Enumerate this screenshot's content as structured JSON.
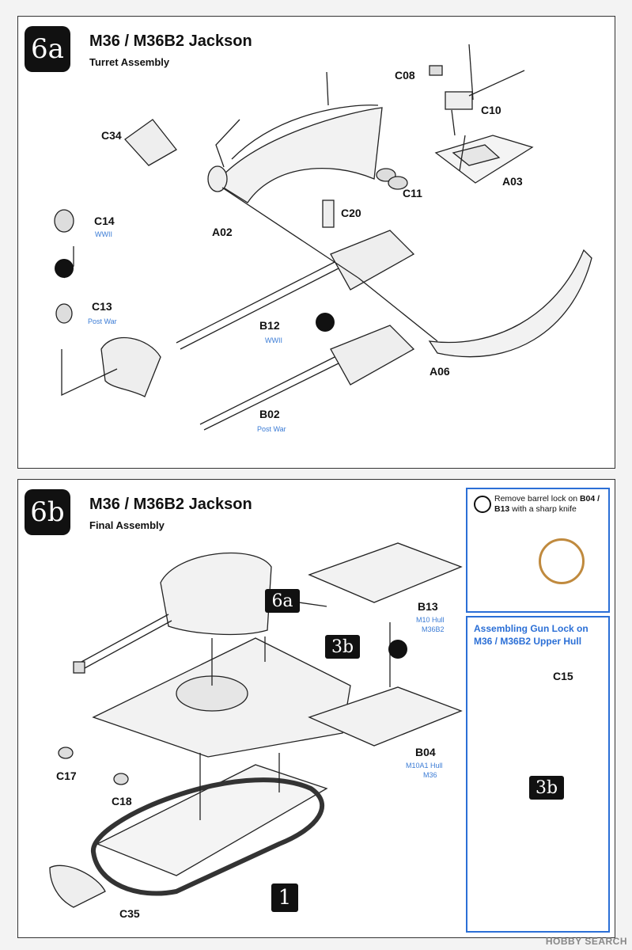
{
  "step_6a": {
    "badge": "6a",
    "title": "M36 / M36B2 Jackson",
    "subtitle": "Turret Assembly",
    "parts": {
      "c08": "C08",
      "c10": "C10",
      "c34": "C34",
      "c11": "C11",
      "a03": "A03",
      "c20": "C20",
      "a02": "A02",
      "c14": "C14",
      "c13": "C13",
      "b12": "B12",
      "a06": "A06",
      "b02": "B02"
    },
    "notes": {
      "c14": "WWII",
      "c13": "Post War",
      "b12": "WWII",
      "b02": "Post War"
    }
  },
  "step_6b": {
    "badge": "6b",
    "title": "M36 / M36B2 Jackson",
    "subtitle": "Final Assembly",
    "refs": {
      "turret": "6a",
      "hull": "3b",
      "tracks": "1",
      "inset": "3b"
    },
    "parts": {
      "b13": "B13",
      "b04": "B04",
      "c17": "C17",
      "c18": "C18",
      "c35": "C35",
      "c15": "C15"
    },
    "notes": {
      "b13_line1": "M10 Hull",
      "b13_line2": "M36B2",
      "b04_line1": "M10A1 Hull",
      "b04_line2": "M36"
    },
    "tip": {
      "pre": "Remove barrel lock on",
      "bold": "B04 / B13",
      "post": "with a sharp knife"
    },
    "inset_title": {
      "line1": "Assembling Gun Lock on",
      "line2": "M36 / M36B2 Upper Hull"
    }
  },
  "watermark": "HOBBY SEARCH"
}
